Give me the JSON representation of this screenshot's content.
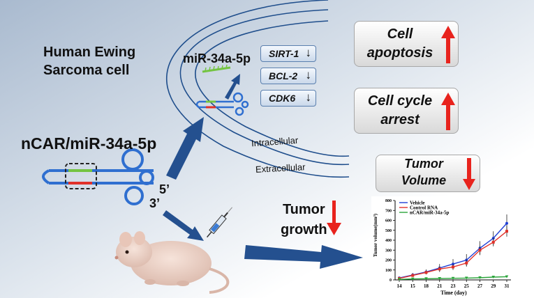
{
  "cell_title_line1": "Human Ewing",
  "cell_title_line2": "Sarcoma cell",
  "mirna_label": "miR-34a-5p",
  "construct_label": "nCAR/miR-34a-5p",
  "intracellular_label": "Intracellular",
  "extracellular_label": "Extracellular",
  "five_prime": "5’",
  "three_prime": "3’",
  "tumor_growth_line1": "Tumor",
  "tumor_growth_line2": "growth",
  "genes": [
    {
      "name": "SIRT-1",
      "arrow": "↓"
    },
    {
      "name": "BCL-2",
      "arrow": "↓"
    },
    {
      "name": "CDK6",
      "arrow": "↓"
    }
  ],
  "effects": [
    {
      "line1": "Cell",
      "line2": "apoptosis",
      "direction": "up"
    },
    {
      "line1": "Cell cycle",
      "line2": "arrest",
      "direction": "up"
    },
    {
      "line1": "Tumor",
      "line2": "Volume",
      "direction": "down"
    }
  ],
  "colors": {
    "background_left": "#aebed2",
    "membrane": "#1f4e8c",
    "dna_blue": "#2f6fd0",
    "strand_green": "#74c442",
    "strand_red": "#e0312a",
    "main_arrow": "#24508f",
    "effect_arrow": "#e8231d"
  },
  "chart_data": {
    "type": "line",
    "xlabel": "Time (day)",
    "ylabel": "Tumor volume(mm³)",
    "x": [
      14,
      15,
      18,
      21,
      23,
      25,
      27,
      29,
      31
    ],
    "xticks": [
      "14",
      "15",
      "18",
      "21",
      "23",
      "25",
      "27",
      "29",
      "31"
    ],
    "yticks": [
      "0",
      "100",
      "200",
      "300",
      "400",
      "500",
      "600",
      "700",
      "800"
    ],
    "ylim": [
      0,
      800
    ],
    "legend_position": "top-left",
    "series": [
      {
        "name": "Vehicle",
        "color": "#1f3fd6",
        "values": [
          20,
          50,
          80,
          120,
          160,
          200,
          320,
          420,
          570
        ]
      },
      {
        "name": "Control RNA",
        "color": "#e0312a",
        "values": [
          15,
          45,
          75,
          110,
          130,
          170,
          300,
          380,
          490
        ]
      },
      {
        "name": "nCAR/miR-34a-5p",
        "color": "#2aa43a",
        "values": [
          5,
          10,
          12,
          14,
          16,
          18,
          22,
          28,
          32
        ]
      }
    ],
    "error": [
      10,
      20,
      25,
      40,
      50,
      60,
      70,
      70,
      90
    ]
  }
}
